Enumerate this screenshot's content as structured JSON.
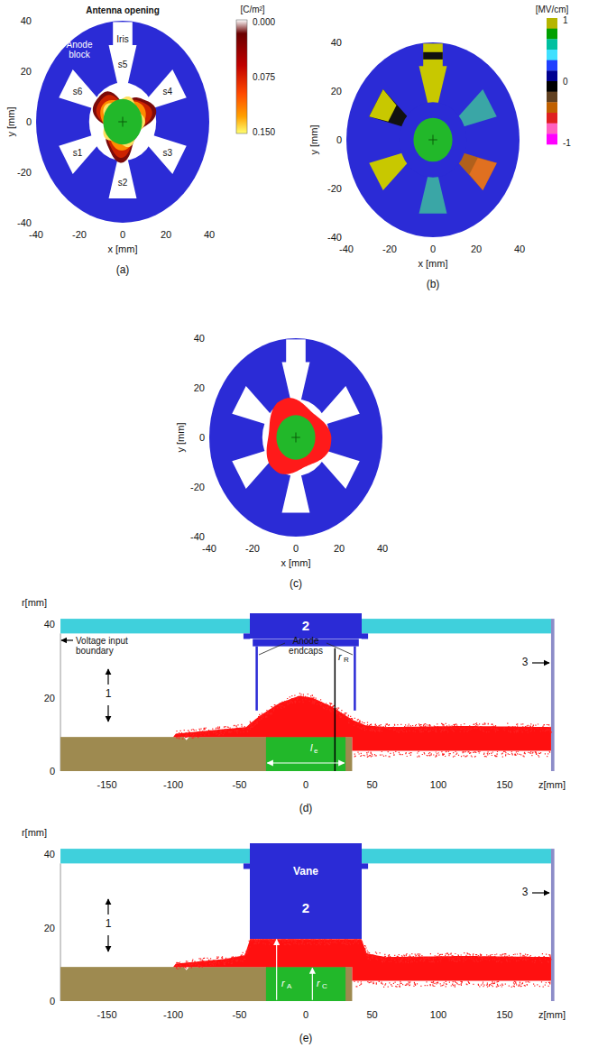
{
  "diagram": {
    "nodes": [
      {
        "text": [
          "2"
        ]
      },
      {
        "text": [
          "Vane",
          "2"
        ]
      }
    ],
    "labels": [
      "Antenna opening",
      "Anode block",
      "Iris",
      "s5",
      "s6",
      "s4",
      "s1",
      "s2",
      "s3",
      "[C/m²]",
      "0.000",
      "0.075",
      "0.150",
      "40",
      "20",
      "0",
      "-20",
      "-40",
      "-40",
      "-20",
      "0",
      "20",
      "40",
      "y [mm]",
      "x [mm]",
      "(a)",
      "[MV/cm]",
      "1",
      "0",
      "-1",
      "40",
      "20",
      "0",
      "-20",
      "-40",
      "-40",
      "-20",
      "0",
      "20",
      "40",
      "y [mm]",
      "x [mm]",
      "(b)",
      "40",
      "20",
      "0",
      "-20",
      "-40",
      "-40",
      "-20",
      "0",
      "20",
      "40",
      "y [mm]",
      "x [mm]",
      "(c)",
      "r[mm]",
      "40",
      "20",
      "0",
      "Voltage input boundary",
      "1",
      "Anode endcaps",
      "r",
      "R",
      "l",
      "e",
      "3",
      "-150",
      "-100",
      "-50",
      "0",
      "50",
      "100",
      "150",
      "z[mm]",
      "(d)",
      "r[mm]",
      "40",
      "20",
      "0",
      "1",
      "3",
      "r",
      "A",
      "r",
      "C",
      "-150",
      "-100",
      "-50",
      "0",
      "50",
      "100",
      "150",
      "z[mm]",
      "(e)"
    ]
  }
}
